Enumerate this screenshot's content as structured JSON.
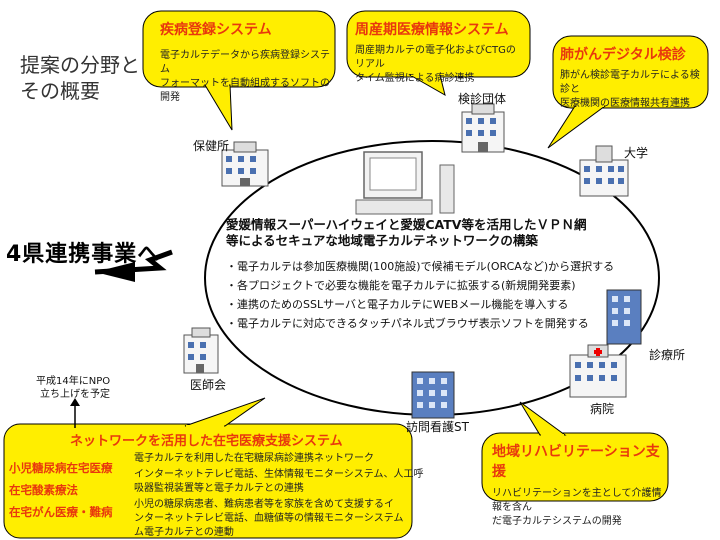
{
  "page_title": [
    "提案の分野と",
    "その概要"
  ],
  "callouts": {
    "disease_registry": {
      "title": "疾病登録システム",
      "body": [
        "電子カルテデータから疾病登録システム",
        "フォーマットを自動組成するソフトの開発"
      ]
    },
    "perinatal": {
      "title": "周産期医療情報システム",
      "body": [
        "周産期カルテの電子化およびCTGのリアル",
        "タイム監視による病診連携"
      ]
    },
    "lung_cancer": {
      "title": "肺がんデジタル検診",
      "body": [
        "肺がん検診電子カルテによる検診と",
        "医療機関の医療情報共有連携"
      ]
    },
    "rehab": {
      "title": "地域リハビリテーション支援",
      "body": [
        "リハビリテーションを主として介護情報を含ん",
        "だ電子カルテシステムの開発"
      ]
    }
  },
  "nodes": {
    "kenshin": "検診団体",
    "hokenjo": "保健所",
    "daigaku": "大学",
    "shinryojo": "診療所",
    "byoin": "病院",
    "homon": "訪問看護ST",
    "ishikai": "医師会"
  },
  "center": {
    "heading": [
      "愛媛情報スーパーハイウェイと愛媛CATV等を活用したＶＰＮ網",
      "等によるセキュアな地域電子カルテネットワークの構築"
    ],
    "bullets": [
      "・電子カルテは参加医療機関(100施設)で候補モデル(ORCAなど)から選択する",
      "・各プロジェクトで必要な機能を電子カルテに拡張する(新規開発要素)",
      "・連携のためのSSLサーバと電子カルテにWEBメール機能を導入する",
      "・電子カルテに対応できるタッチパネル式ブラウザ表示ソフトを開発する"
    ]
  },
  "four_pref": "4県連携事業へ",
  "npo_note": [
    "平成14年にNPO",
    "立ち上げを予定"
  ],
  "home_care": {
    "title": "ネットワークを活用した在宅医療支援システム",
    "items": [
      {
        "label": "小児糖尿病在宅医療",
        "desc": [
          "電子カルテを利用した在宅糖尿病診連携ネットワーク"
        ]
      },
      {
        "label": "在宅酸素療法",
        "desc": [
          "インターネットテレビ電話、生体情報モニターシステム、人工呼",
          "吸器監視装置等と電子カルテとの連携"
        ]
      },
      {
        "label": "在宅がん医療・難病",
        "desc": [
          "小児の糖尿病患者、難病患者等を家族を含めて支援するイ",
          "ンターネットテレビ電話、血糖値等の情報モニターシステム",
          "ム電子カルテとの連動"
        ]
      }
    ]
  },
  "colors": {
    "callout_fill": "#ffee00",
    "callout_title": "#e8380d",
    "ellipse_stroke": "#000000"
  }
}
